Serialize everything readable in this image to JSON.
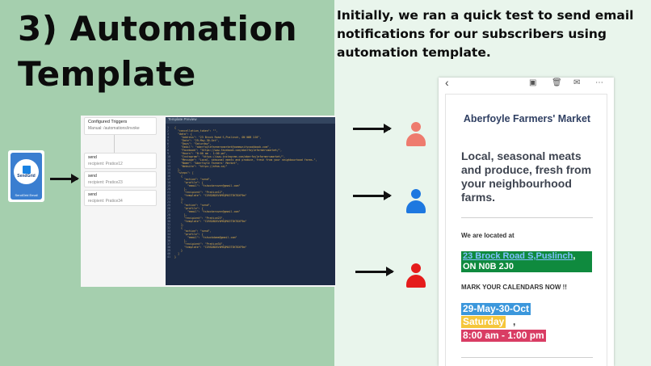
{
  "slide": {
    "title_line1": "3) Automation",
    "title_line2": "Template",
    "intro": "Initially, we ran a quick test to send email notifications for our subscribers using automation template."
  },
  "sendgrid_logo": {
    "brand": "SendGrid",
    "caption": "SendGrid Email"
  },
  "automation": {
    "trigger_title": "Configured Triggers",
    "trigger_subtitle": "Manual: /automations/invoke",
    "steps": [
      {
        "action": "send",
        "recipient": "recipient: Pratice12"
      },
      {
        "action": "send",
        "recipient": "recipient: Pratice23"
      },
      {
        "action": "send",
        "recipient": "recipient: Pratice34"
      }
    ]
  },
  "template_preview": {
    "heading": "Template Preview",
    "lines": [
      "{",
      "  \"cancellation_token\": \"\",",
      "  \"data\": {",
      "    \"Address\": \"23 Brock Road S,Puslinch, ON N0B 2J0\",",
      "    \"Date\": \"29-May-30-Oct\",",
      "    \"Days\": \"Saturday\",",
      "    \"Email\": \"aberfoylefarmersmarket@communitycookbook.com\",",
      "    \"Facebook\": \"https://www.facebook.com/aberfoylefarmersmarket/\",",
      "    \"Hours\": \"8:00 am - 1:00 pm\",",
      "    \"Instagram\": \"https://www.instagram.com/aberfoylefarmersmarket/\",",
      "    \"Message\": \"Local, seasonal meats and produce, fresh from your neighbourhood farms.\",",
      "    \"Name\": \"Aberfoyle Farmers' Market\",",
      "    \"Website\": \"https://afma.ca/\"",
      "  },",
      "  \"steps\": [",
      "    {",
      "      \"action\": \"send\",",
      "      \"profile\": {",
      "        \"email\": \"tshockerover@gmail.com\"",
      "      },",
      "      \"recipient\": \"Pratice12\",",
      "      \"template\": \"C1RSD8D5V4MSQM43T3KT0XF9m\"",
      "    },",
      "    {",
      "      \"action\": \"send\",",
      "      \"profile\": {",
      "        \"email\": \"tshockerover@gmail.com\"",
      "      },",
      "      \"recipient\": \"Pratice23\",",
      "      \"template\": \"C1RSD8D5V4MSQM43T3KT0XF9m\"",
      "    },",
      "    {",
      "      \"action\": \"send\",",
      "      \"profile\": {",
      "        \"email\": \"tshuckdome@gmail.com\"",
      "      },",
      "      \"recipient\": \"Pratice34\",",
      "      \"template\": \"C1RSD8D5V4MSQM43T3KT0XF9m\"",
      "    }",
      "  ]",
      "}"
    ]
  },
  "recipients": [
    {
      "color": "#ee7b6e"
    },
    {
      "color": "#1e78e0"
    },
    {
      "color": "#e51c1c"
    }
  ],
  "email": {
    "toolbar_icons": [
      "back-icon",
      "archive-icon",
      "trash-icon",
      "mail-icon",
      "more-icon"
    ],
    "market_name": "Aberfoyle Farmers' Market",
    "headline": "Local, seasonal meats and produce, fresh from your neighbourhood farms.",
    "located_label": "We are located at",
    "address_link": "23 Brock Road S,Puslinch",
    "address_rest": ", ON N0B 2J0",
    "calendar_label": "MARK YOUR CALENDARS NOW !!",
    "dates": "29-May-30-Oct",
    "day": "Saturday",
    "hours": "8:00 am - 1:00 pm",
    "colors": {
      "address_bg": "#0f8a3e",
      "dates_bg": "#3b97dc",
      "day_bg": "#f5c63b",
      "hours_bg": "#d93d64"
    }
  }
}
